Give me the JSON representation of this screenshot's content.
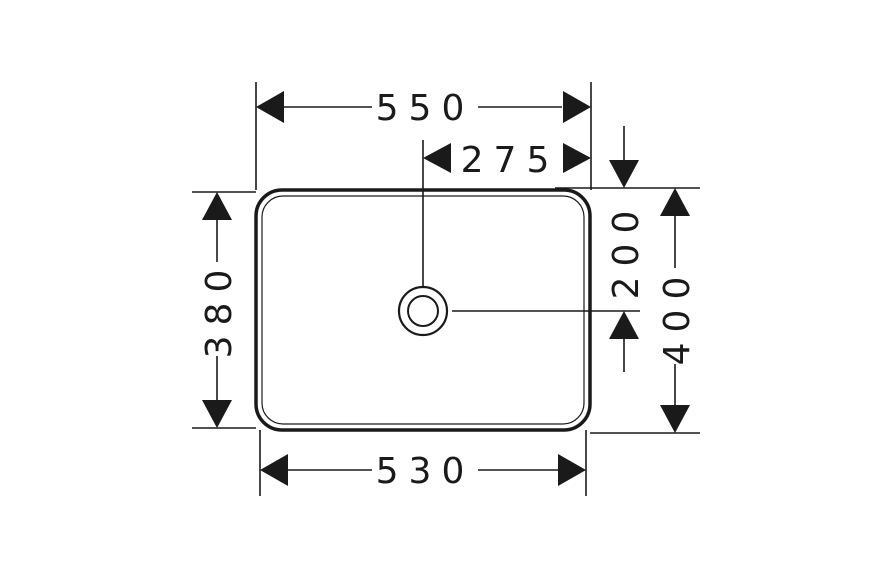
{
  "dimensions": {
    "overall_width": "550",
    "drain_offset_x": "275",
    "overall_depth": "380",
    "drain_offset_y": "200",
    "overall_height": "400",
    "bottom_width": "530"
  },
  "colors": {
    "ink": "#1a1a1a",
    "background": "#ffffff"
  }
}
